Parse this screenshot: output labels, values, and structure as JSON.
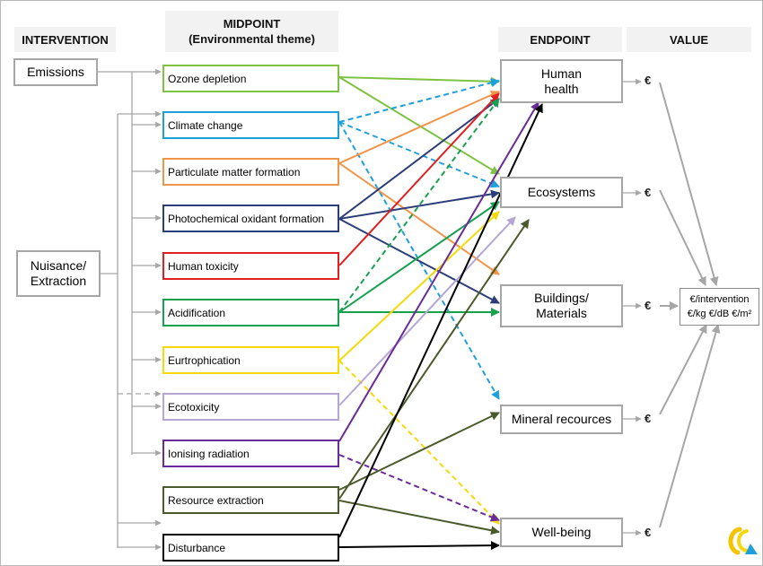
{
  "headers": {
    "intervention": "INTERVENTION",
    "midpoint_line1": "MIDPOINT",
    "midpoint_line2": "(Environmental theme)",
    "endpoint": "ENDPOINT",
    "value": "VALUE"
  },
  "interventions": {
    "emissions": "Emissions",
    "nuisance_line1": "Nuisance/",
    "nuisance_line2": "Extraction"
  },
  "midpoints": [
    {
      "label": "Ozone depletion",
      "color": "#7dc241"
    },
    {
      "label": "Climate change",
      "color": "#1fa0db"
    },
    {
      "label": "Particulate matter formation",
      "color": "#f0954a"
    },
    {
      "label": "Photochemical oxidant formation",
      "color": "#2c3e7a"
    },
    {
      "label": "Human toxicity",
      "color": "#e02020"
    },
    {
      "label": "Acidification",
      "color": "#17a050"
    },
    {
      "label": "Eurtrophication",
      "color": "#f5d90a"
    },
    {
      "label": "Ecotoxicity",
      "color": "#b4a7d6"
    },
    {
      "label": "Ionising radiation",
      "color": "#6a2b9a"
    },
    {
      "label": "Resource extraction",
      "color": "#4a5a2a"
    },
    {
      "label": "Disturbance",
      "color": "#000000"
    }
  ],
  "endpoints": {
    "human_health_line1": "Human",
    "human_health_line2": "health",
    "ecosystems": "Ecosystems",
    "buildings_line1": "Buildings/",
    "buildings_line2": "Materials",
    "mineral": "Mineral recources",
    "wellbeing": "Well-being"
  },
  "value_symbol": "€",
  "result": {
    "line1": "€/intervention",
    "line2": "€/kg €/dB €/m²"
  },
  "colors": {
    "connector": "#a6a6a6",
    "header_bg": "#f2f2f2"
  }
}
